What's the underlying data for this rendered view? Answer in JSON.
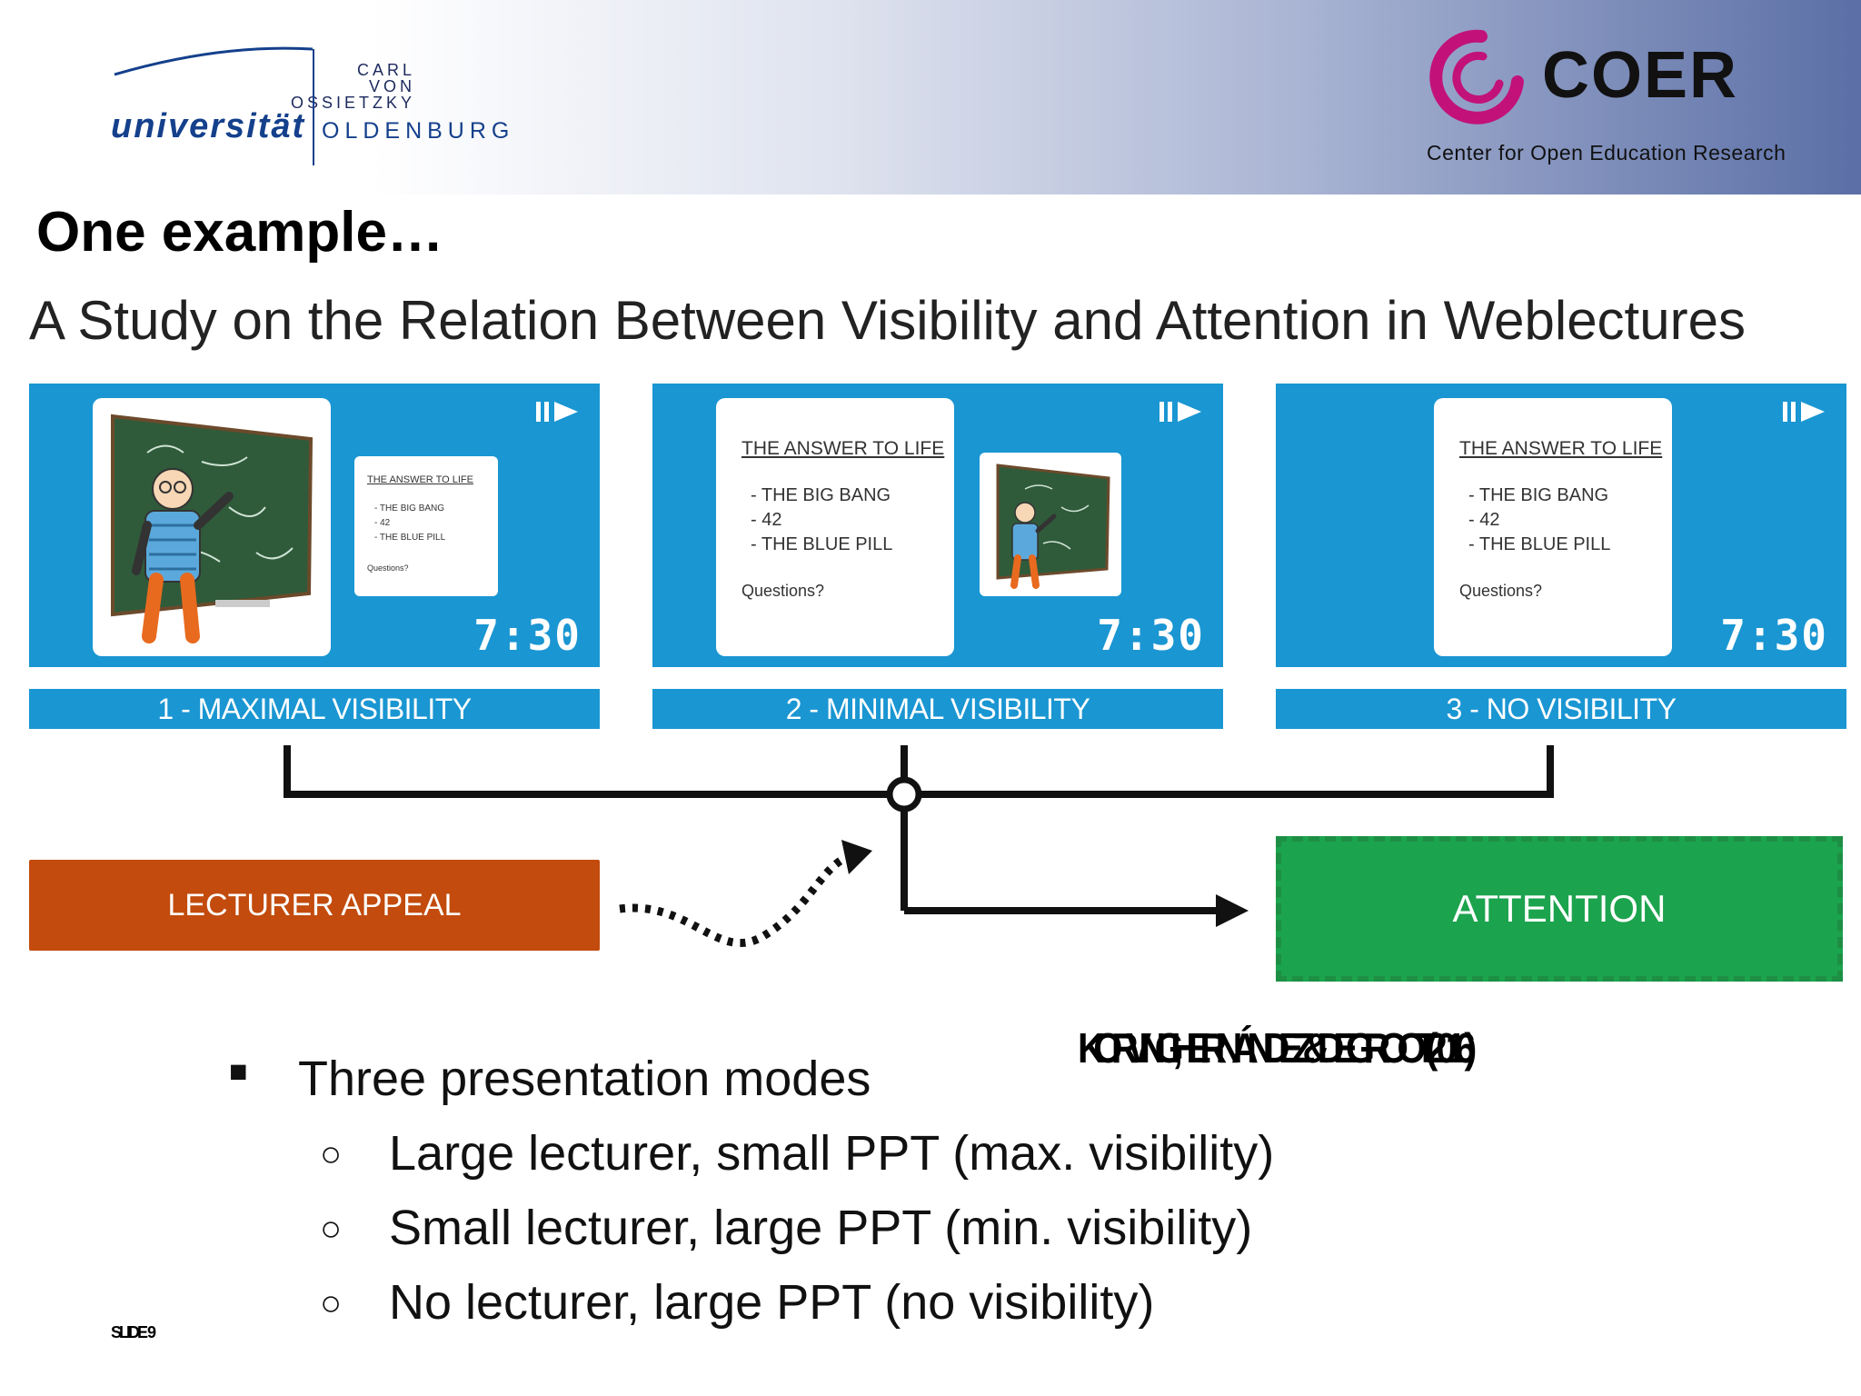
{
  "header": {
    "university": {
      "small_lines": [
        "CARL",
        "VON",
        "OSSIETZKY"
      ],
      "name": "universität",
      "city": "OLDENBURG"
    },
    "coer": {
      "name": "COER",
      "subtitle": "Center for Open Education Research",
      "brand_color": "#c2127a"
    }
  },
  "slide": {
    "title": "One example…",
    "study_title": "A Study on the Relation Between Visibility and Attention in Weblectures"
  },
  "panels": [
    {
      "timer": "7:30",
      "label": "1 - MAXIMAL VISIBILITY",
      "slide_card": {
        "title": "THE ANSWER TO LIFE",
        "items": [
          "- THE BIG BANG",
          "- 42",
          "- THE BLUE PILL"
        ],
        "footer": "Questions?"
      }
    },
    {
      "timer": "7:30",
      "label": "2 - MINIMAL VISIBILITY",
      "slide_card": {
        "title": "THE ANSWER TO LIFE",
        "items": [
          "- THE BIG BANG",
          "- 42",
          "- THE BLUE PILL"
        ],
        "footer": "Questions?"
      }
    },
    {
      "timer": "7:30",
      "label": "3 - NO VISIBILITY",
      "slide_card": {
        "title": "THE ANSWER TO LIFE",
        "items": [
          "- THE BIG BANG",
          "- 42",
          "- THE BLUE PILL"
        ],
        "footer": "Questions?"
      }
    }
  ],
  "diagram": {
    "lecturer_appeal": "LECTURER APPEAL",
    "attention": "ATTENTION",
    "panel_color": "#1a96d2",
    "lecturer_color": "#c24b0d",
    "attention_color": "#1ca34d"
  },
  "citation": "KORVING, HERNÁNDEZ & DE GROOT (2016)",
  "bullets": {
    "main": "Three presentation modes",
    "sub": [
      "Large lecturer, small PPT (max. visibility)",
      "Small lecturer, large PPT (min. visibility)",
      "No lecturer, large PPT (no visibility)"
    ]
  },
  "slide_number": "SLIDE 9"
}
